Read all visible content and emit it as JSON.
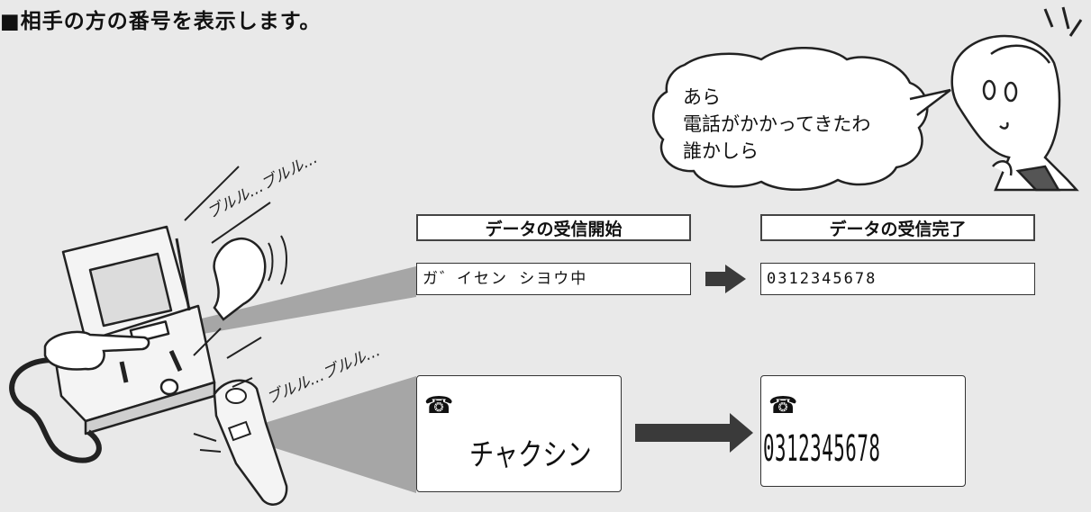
{
  "title": "■相手の方の番号を表示します。",
  "speech_bubble": {
    "lines": [
      "あら",
      "電話がかかってきたわ",
      "誰かしら"
    ]
  },
  "ring_sound_fax": "ブルル…ブルル…",
  "ring_sound_handset": "ブルル…ブルル…",
  "fax_display": {
    "header_start": "データの受信開始",
    "header_complete": "データの受信完了",
    "before_text": "ガ゛イセン シヨウ中",
    "after_text": "0312345678"
  },
  "handset_display": {
    "before_text": "チャクシン",
    "after_text": "0312345678",
    "icon": "phone-icon"
  },
  "colors": {
    "background": "#e9e9e9",
    "arrow": "#3a3a3a",
    "beam": "#9a9a9a"
  }
}
